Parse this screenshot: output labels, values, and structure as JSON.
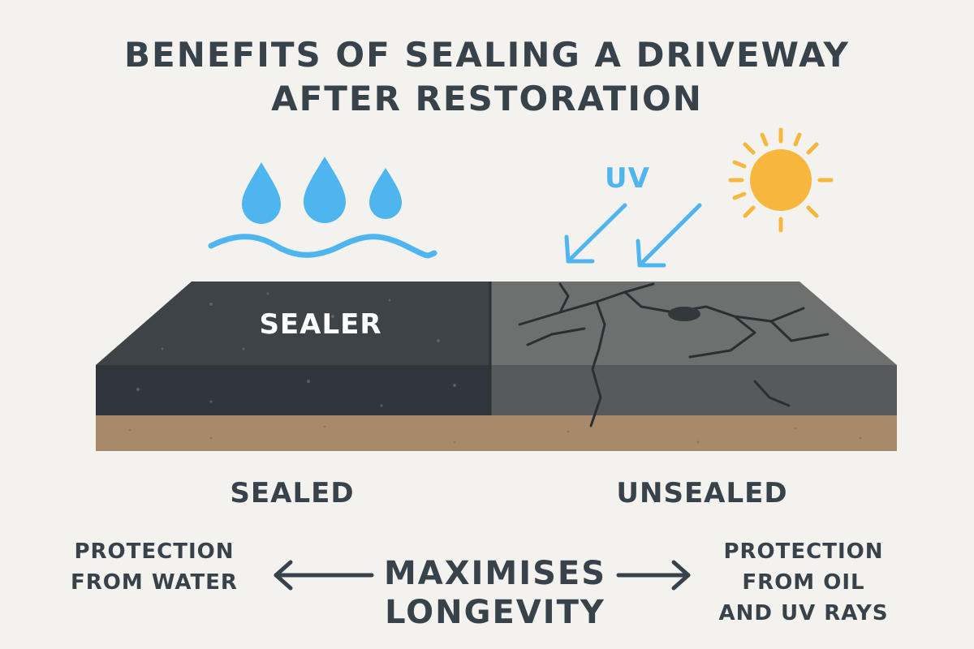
{
  "title_line1": "BENEFITS OF SEALING A DRIVEWAY",
  "title_line2": "AFTER RESTORATION",
  "uv_label": "UV",
  "sealer_label": "SEALER",
  "sealed_label": "SEALED",
  "unsealed_label": "UNSEALED",
  "left_benefit_line1": "PROTECTION",
  "left_benefit_line2": "FROM WATER",
  "center_benefit_line1": "MAXIMISES",
  "center_benefit_line2": "LONGEVITY",
  "right_benefit_line1": "PROTECTION",
  "right_benefit_line2": "FROM OIL",
  "right_benefit_line3": "AND UV RAYS",
  "icons": [
    "water-drop-icon",
    "water-wave-icon",
    "uv-arrow-icon",
    "sun-icon",
    "arrow-left-icon",
    "arrow-right-icon"
  ],
  "colors": {
    "text": "#37424a",
    "water": "#4fb5ee",
    "sun": "#f7b73d",
    "sealed_top": "#3e4347",
    "sealed_side": "#30363b",
    "unsealed_top": "#6e7070",
    "unsealed_side": "#565a5b",
    "soil": "#a88a6a",
    "crack": "#2b2f33"
  }
}
